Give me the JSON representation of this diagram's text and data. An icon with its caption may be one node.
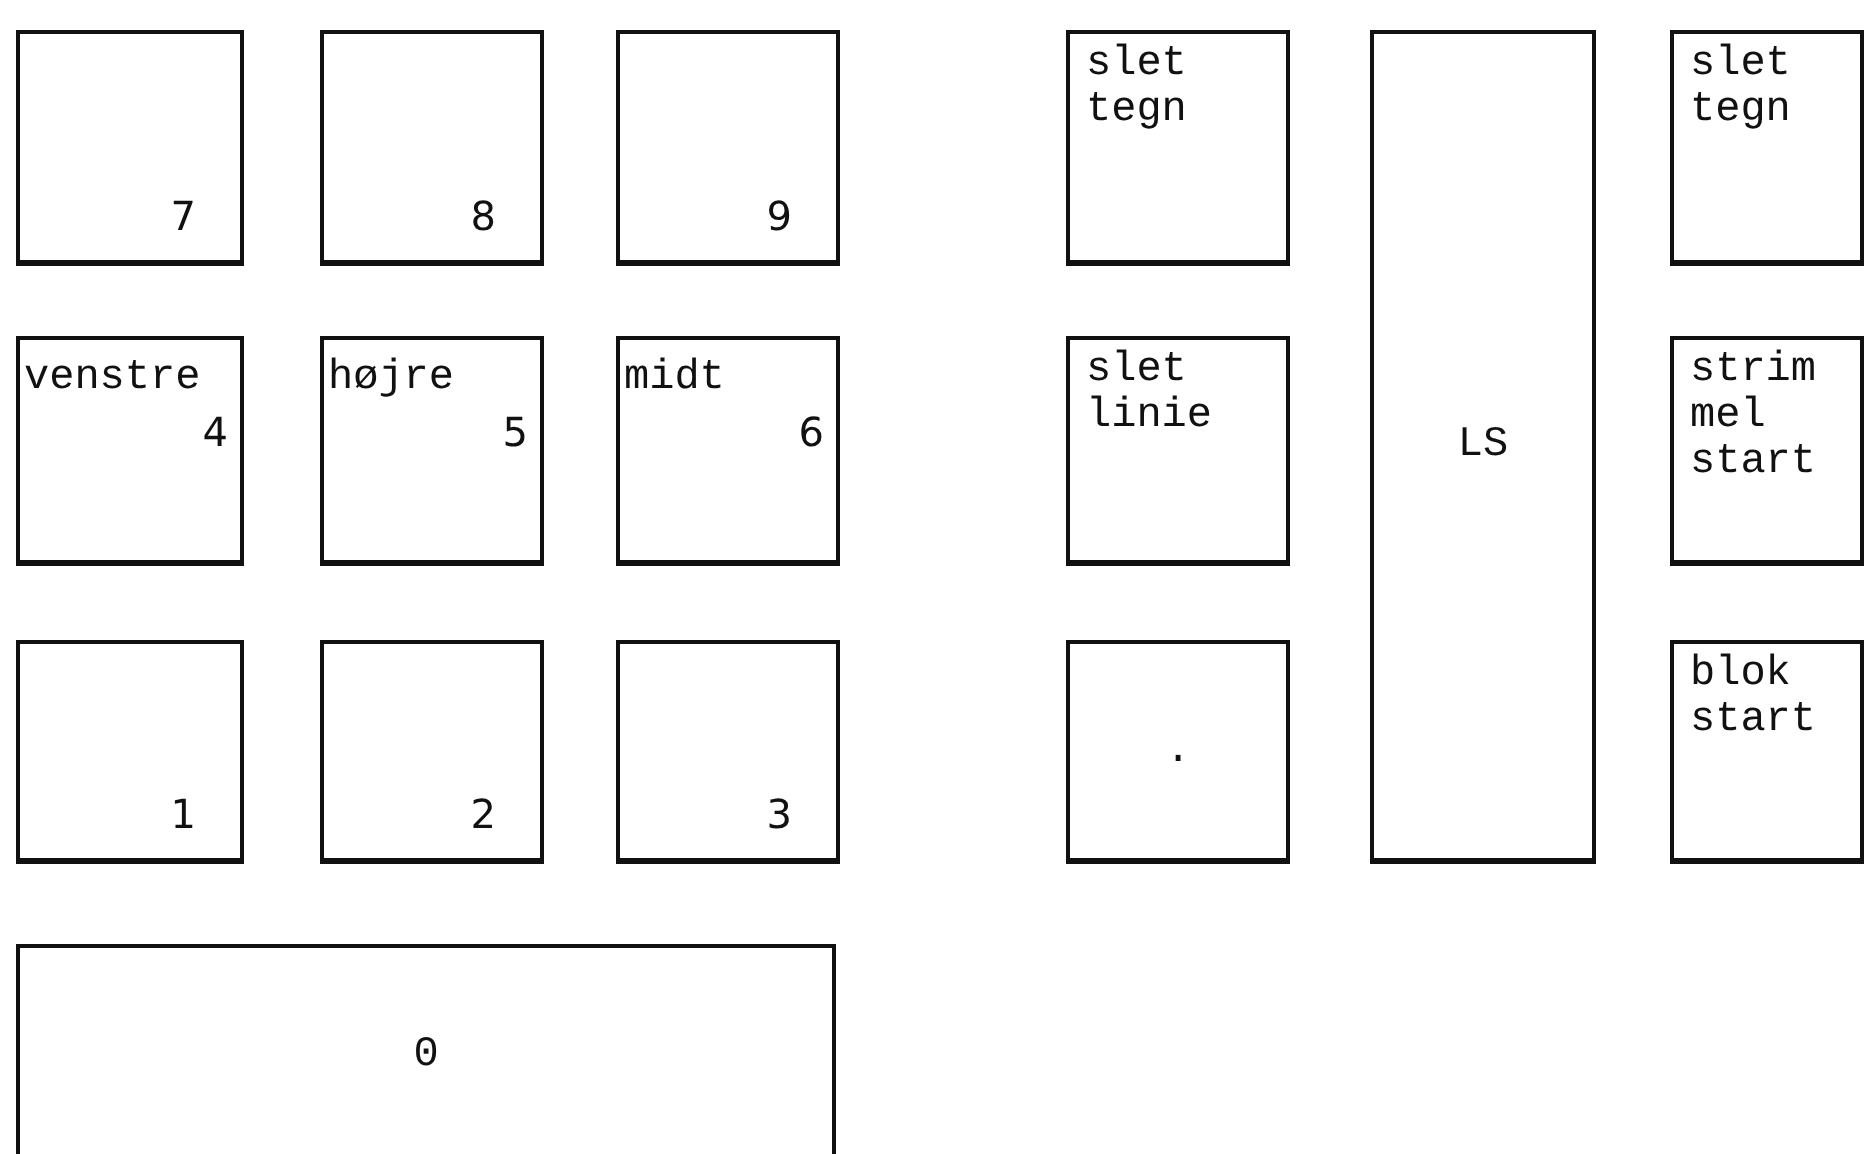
{
  "diagram": {
    "nodes": [
      {
        "text": [
          "7"
        ]
      },
      {
        "text": [
          "8"
        ]
      },
      {
        "text": [
          "9"
        ]
      },
      {
        "text": [
          "slet tegn"
        ]
      },
      {
        "text": [
          "LS"
        ]
      },
      {
        "text": [
          "slet tegn"
        ]
      },
      {
        "text": [
          "venstre",
          "4"
        ]
      },
      {
        "text": [
          "højre",
          "5"
        ]
      },
      {
        "text": [
          "midt",
          "6"
        ]
      },
      {
        "text": [
          "slet linie"
        ]
      },
      {
        "text": [
          "strim mel start"
        ]
      },
      {
        "text": [
          "1"
        ]
      },
      {
        "text": [
          "2"
        ]
      },
      {
        "text": [
          "3"
        ]
      },
      {
        "text": [
          "."
        ]
      },
      {
        "text": [
          "blok start"
        ]
      },
      {
        "text": [
          "0"
        ]
      }
    ]
  }
}
